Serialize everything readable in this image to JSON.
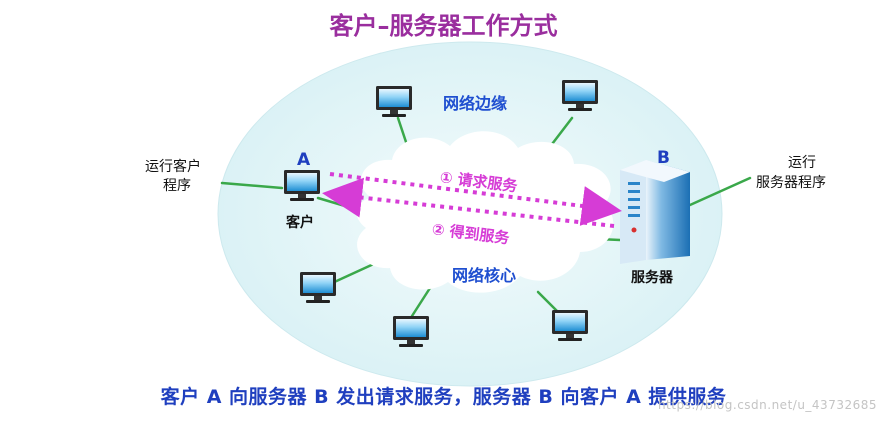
{
  "title": "客户–服务器工作方式",
  "labels": {
    "edge": "网络边缘",
    "core": "网络核心",
    "node_a": "A",
    "node_b": "B",
    "client": "客户",
    "server": "服务器",
    "run_client_line1": "运行客户",
    "run_client_line2": "程序",
    "run_server_line1": "运行",
    "run_server_line2": "服务器程序",
    "request": "① 请求服务",
    "response": "② 得到服务"
  },
  "caption": "客户 A 向服务器 B 发出请求服务，服务器 B 向客户 A 提供服务",
  "watermark": "https://blog.csdn.net/u_43732685",
  "colors": {
    "title": "#9a2e9e",
    "caption": "#1f3fbf",
    "edge_fill": "#dff4f7",
    "cloud_fill": "#ffffff",
    "link": "#3aa84a",
    "arrow": "#d63cd6",
    "net_label": "#1f4fd0",
    "server": "#2a84c9"
  },
  "icons": [
    "computer-icon",
    "server-icon",
    "cloud-icon"
  ]
}
